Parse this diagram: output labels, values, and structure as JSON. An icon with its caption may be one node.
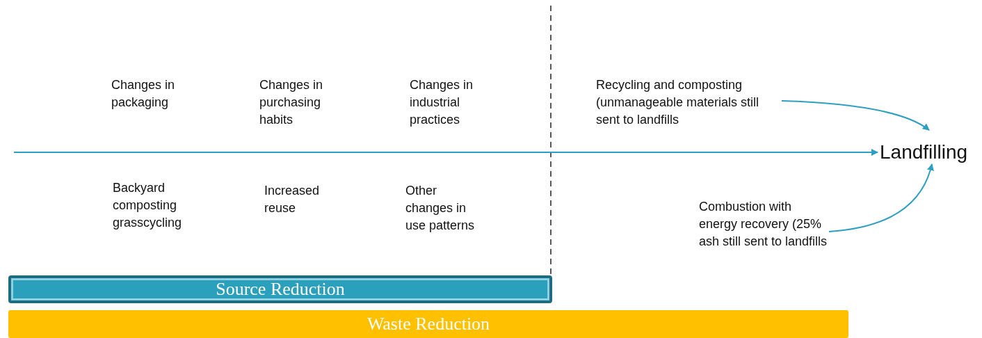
{
  "diagram": {
    "nodes": [
      {
        "text": [
          "Changes in packaging"
        ]
      },
      {
        "text": [
          "Changes in purchasing habits"
        ]
      },
      {
        "text": [
          "Changes in industrial practices"
        ]
      },
      {
        "text": [
          "Recycling and composting (unmanageable materials still sent to landfills"
        ]
      },
      {
        "text": [
          "Landfilling"
        ]
      },
      {
        "text": [
          "Backyard composting grasscycling"
        ]
      },
      {
        "text": [
          "Increased reuse"
        ]
      },
      {
        "text": [
          "Other changes in use patterns"
        ]
      },
      {
        "text": [
          "Combustion with energy recovery (25% ash still sent to landfills"
        ]
      },
      {
        "text": [
          "Source Reduction"
        ]
      },
      {
        "text": [
          "Waste Reduction"
        ]
      }
    ],
    "edges": [
      {
        "from": null,
        "to": 4,
        "arrow": "to"
      },
      {
        "from": 3,
        "to": 4,
        "arrow": "to"
      },
      {
        "from": 8,
        "to": 4,
        "arrow": "to"
      }
    ]
  }
}
